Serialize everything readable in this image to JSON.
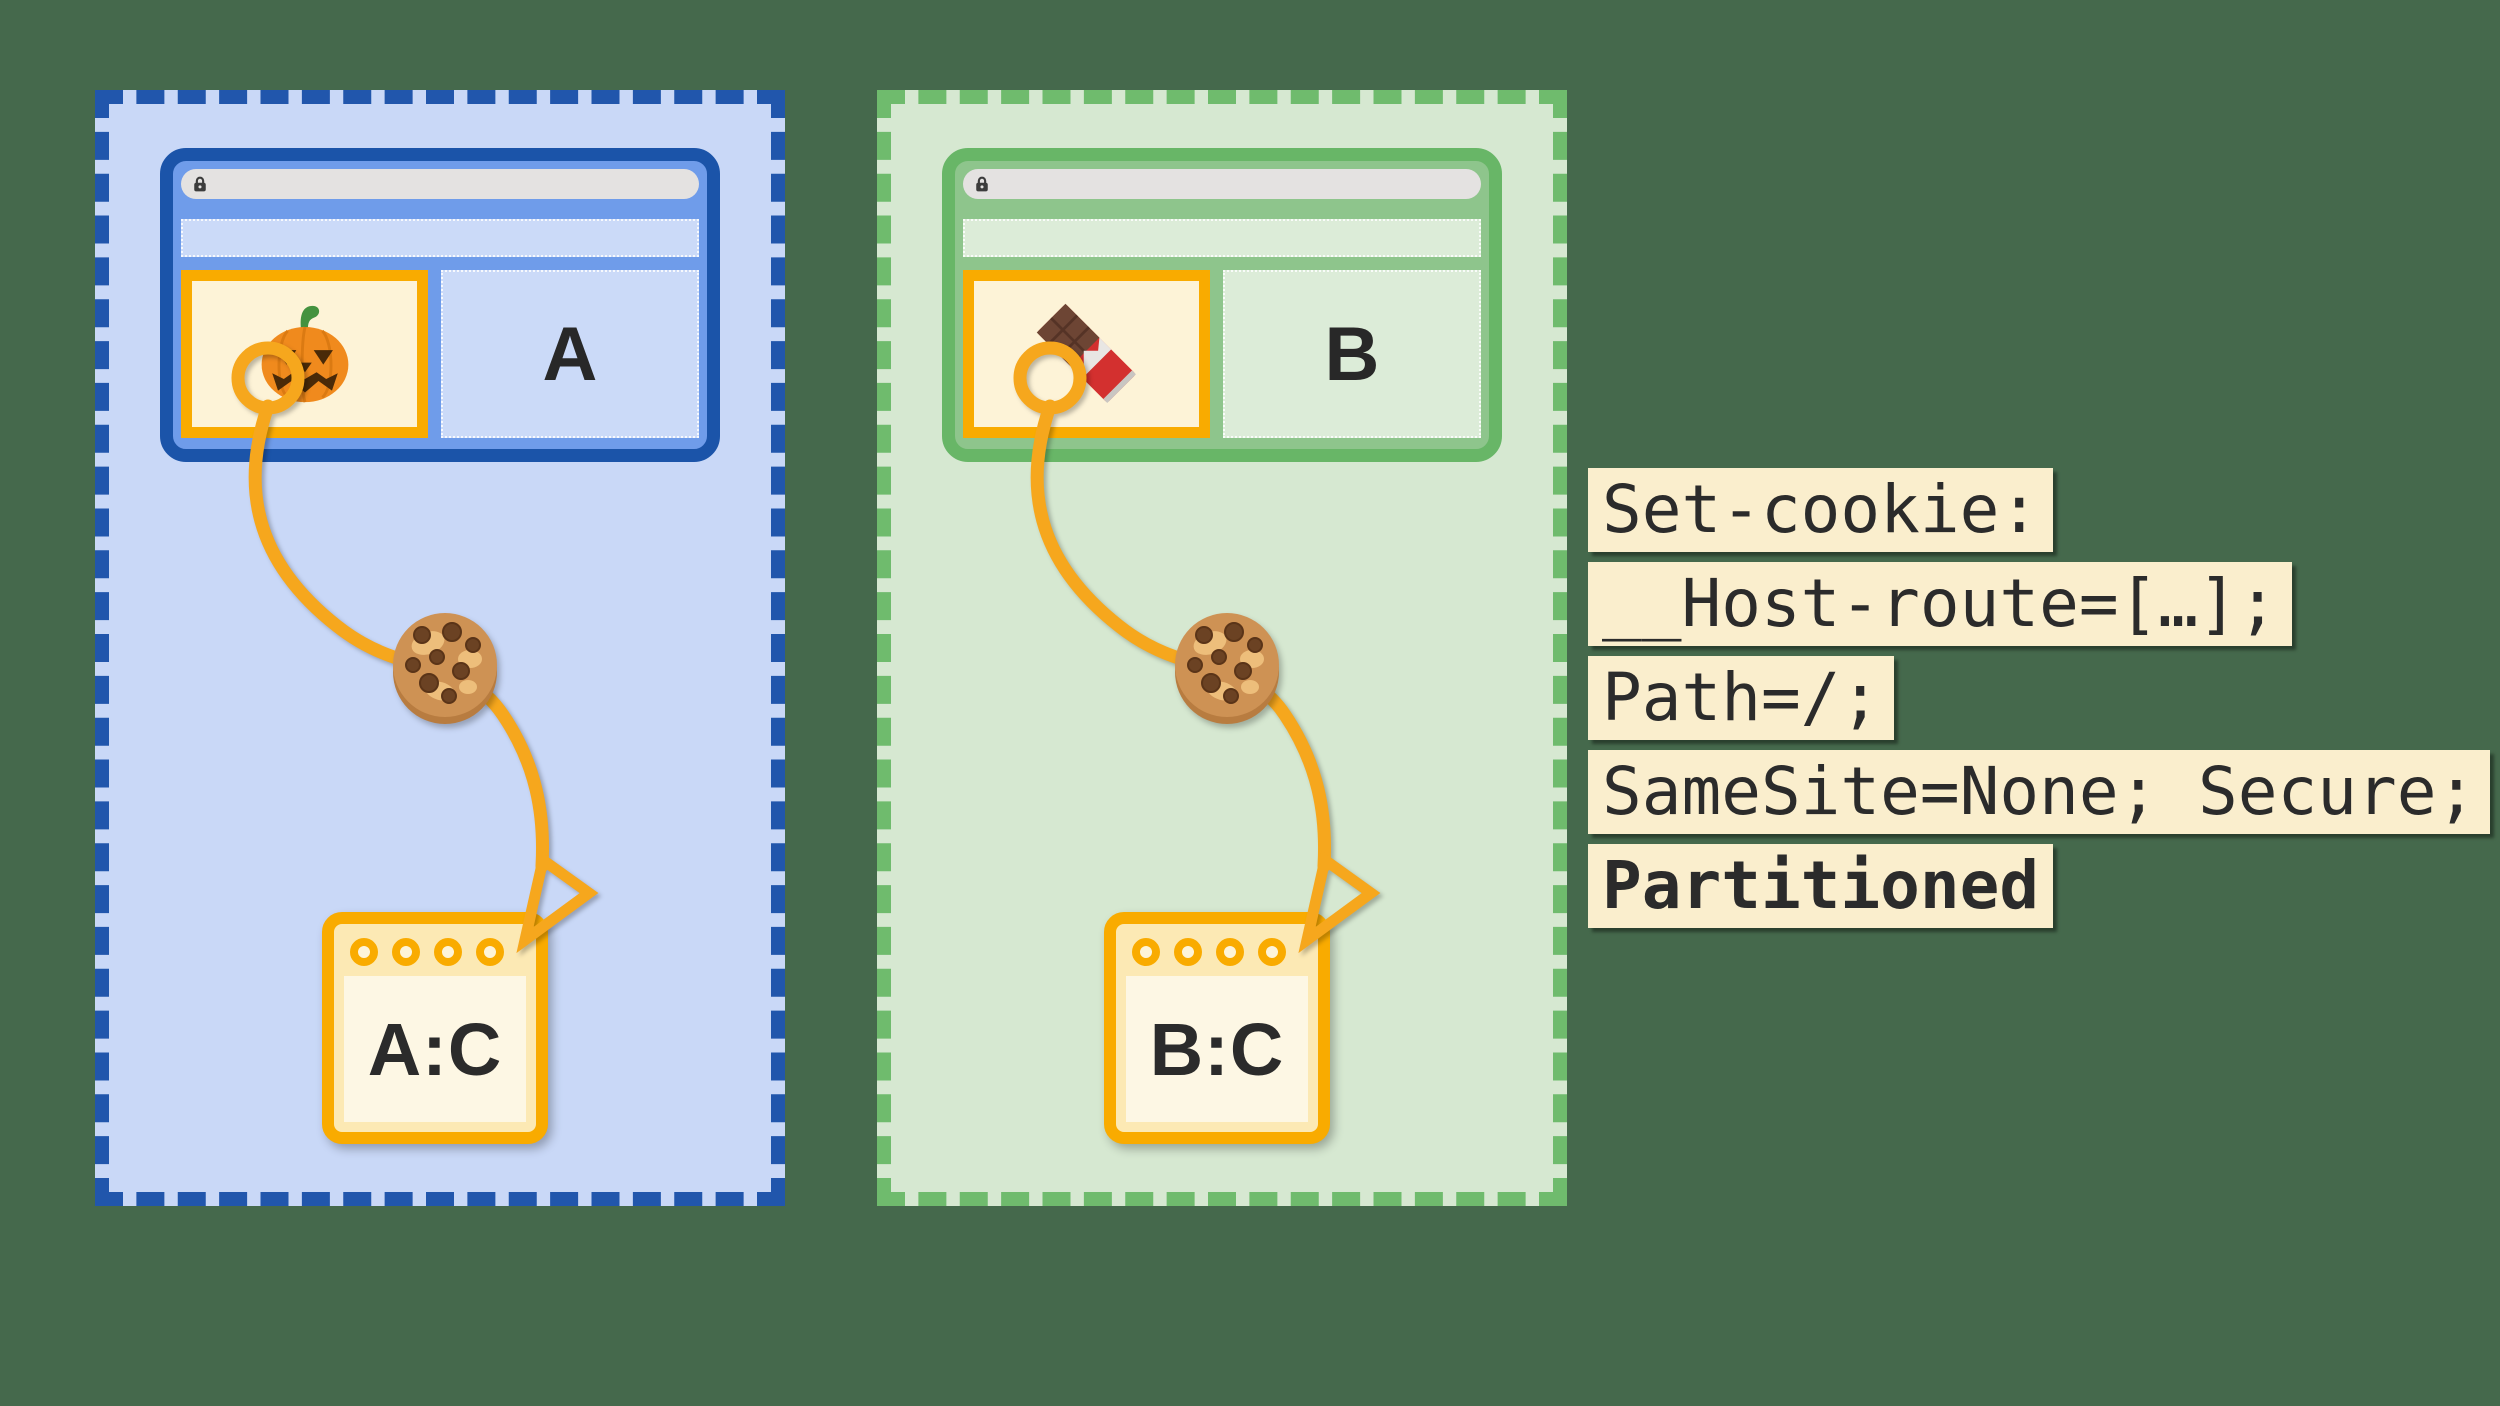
{
  "scene": {
    "background_color": "#45694C",
    "description_labels": {
      "site_a": "A",
      "site_b": "B",
      "partition_a": "A:C",
      "partition_b": "B:C"
    }
  },
  "partitions": [
    {
      "site_label": "A",
      "partition_label": "A:C",
      "frame_icon": "pumpkin-icon",
      "cookie_icon": "cookie-icon",
      "theme_border": "#2156AC",
      "theme_fill": "#C9D8F7"
    },
    {
      "site_label": "B",
      "partition_label": "B:C",
      "frame_icon": "chocolate-icon",
      "cookie_icon": "cookie-icon",
      "theme_border": "#6FBB6D",
      "theme_fill": "#D6E8D1"
    }
  ],
  "cookie_policy": {
    "lines": [
      {
        "text": "Set-cookie:"
      },
      {
        "text": "__Host-route=[…];"
      },
      {
        "text": "Path=/;"
      },
      {
        "text": "SameSite=None; Secure;"
      },
      {
        "text": "Partitioned",
        "emphasis": "bold"
      }
    ],
    "highlight_color": "#FAEECD",
    "text_color": "#2B2B2B"
  },
  "accents": {
    "orange_border": "#F9AB00",
    "curve_orange": "#F6A71D",
    "iframe_cream": "#FDF3D7",
    "storage_cream": "#FCE9B4"
  }
}
